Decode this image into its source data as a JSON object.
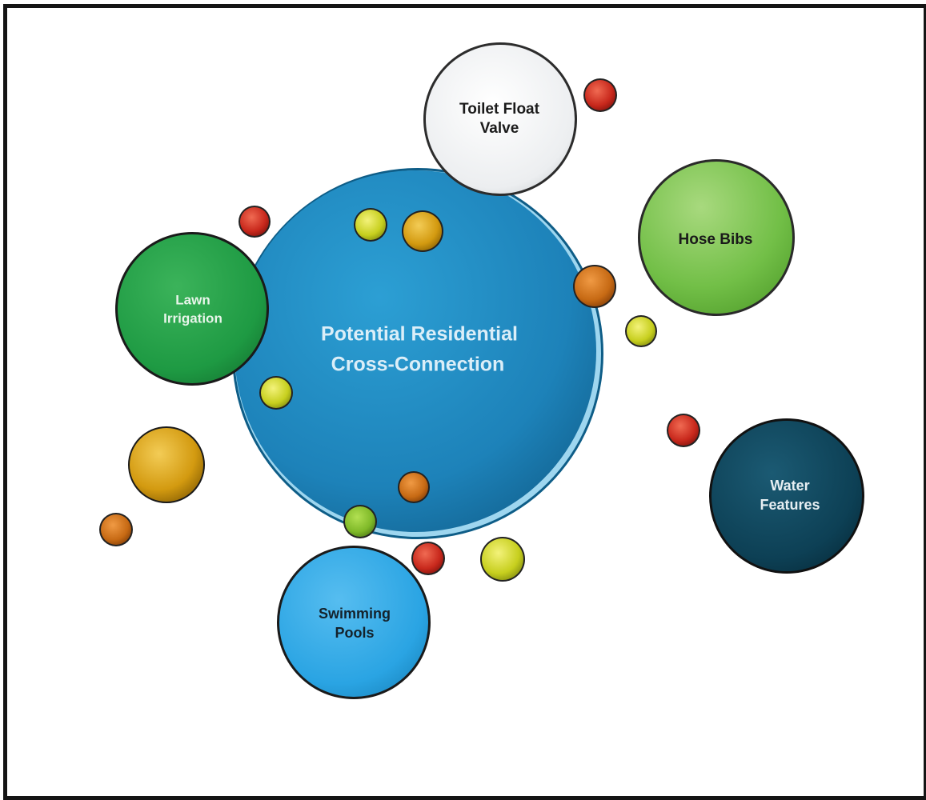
{
  "center": {
    "line1": "Potential Residential",
    "line2": "Cross-Connection",
    "color": "#1f86bd"
  },
  "nodes": {
    "toilet": {
      "line1": "Toilet Float",
      "line2": "Valve",
      "color": "#f1f2f3"
    },
    "hose": {
      "line1": "Hose Bibs",
      "color": "#74c24a"
    },
    "lawn": {
      "line1": "Lawn",
      "line2": "Irrigation",
      "color": "#1e9a43"
    },
    "water": {
      "line1": "Water",
      "line2": "Features",
      "color": "#0d4055"
    },
    "pools": {
      "line1": "Swimming",
      "line2": "Pools",
      "color": "#2aa4e3"
    }
  }
}
